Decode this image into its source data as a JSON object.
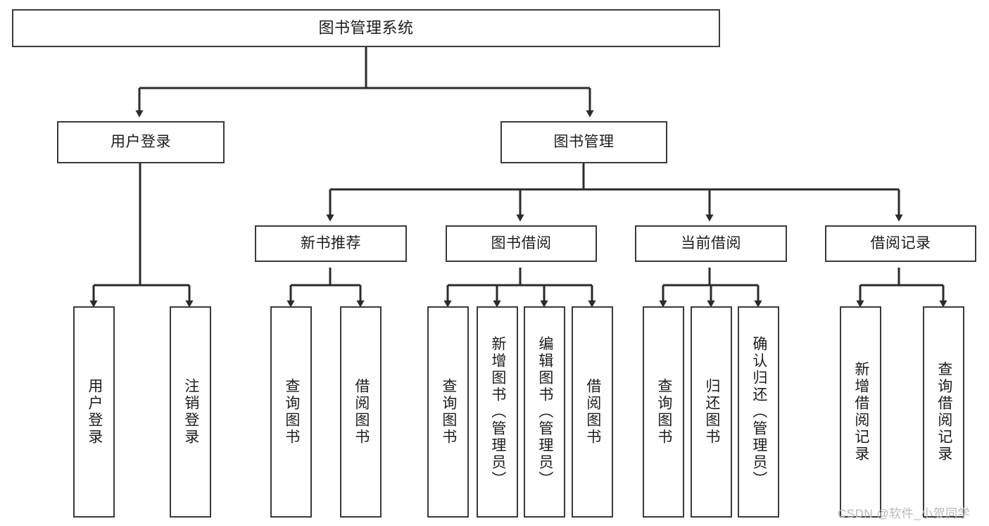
{
  "diagram": {
    "title": "图书管理系统",
    "type": "hierarchy-tree",
    "background_color": "#ffffff",
    "box_border_color": "#3a3a3a",
    "text_color": "#1c1c1c",
    "connector_color": "#2b2b2b"
  },
  "watermark": {
    "text": "CSDN @软件_小贺同学",
    "color": "#b9b9b9"
  },
  "nodes": {
    "root": {
      "label": "图书管理系统",
      "level": 1
    },
    "level2": [
      {
        "id": "user-login",
        "label": "用户登录"
      },
      {
        "id": "book-management",
        "label": "图书管理"
      }
    ],
    "level3": [
      {
        "id": "new-book-recommend",
        "label": "新书推荐"
      },
      {
        "id": "book-borrow",
        "label": "图书借阅"
      },
      {
        "id": "current-borrow",
        "label": "当前借阅"
      },
      {
        "id": "borrow-record",
        "label": "借阅记录"
      }
    ],
    "leaves": {
      "user-login": [
        {
          "id": "leaf-user-login",
          "label": "用户登录"
        },
        {
          "id": "leaf-logout-login",
          "label": "注销登录"
        }
      ],
      "new-book-recommend": [
        {
          "id": "leaf-query-book-1",
          "label": "查询图书"
        },
        {
          "id": "leaf-borrow-book-1",
          "label": "借阅图书"
        }
      ],
      "book-borrow": [
        {
          "id": "leaf-query-book-2",
          "label": "查询图书"
        },
        {
          "id": "leaf-add-book",
          "label": "新增图书（管理员）"
        },
        {
          "id": "leaf-edit-book",
          "label": "编辑图书（管理员）"
        },
        {
          "id": "leaf-borrow-book-2",
          "label": "借阅图书"
        }
      ],
      "current-borrow": [
        {
          "id": "leaf-query-book-3",
          "label": "查询图书"
        },
        {
          "id": "leaf-return-book",
          "label": "归还图书"
        },
        {
          "id": "leaf-confirm-return",
          "label": "确认归还（管理员）"
        }
      ],
      "borrow-record": [
        {
          "id": "leaf-add-record",
          "label": "新增借阅记录"
        },
        {
          "id": "leaf-query-record",
          "label": "查询借阅记录"
        }
      ]
    }
  }
}
